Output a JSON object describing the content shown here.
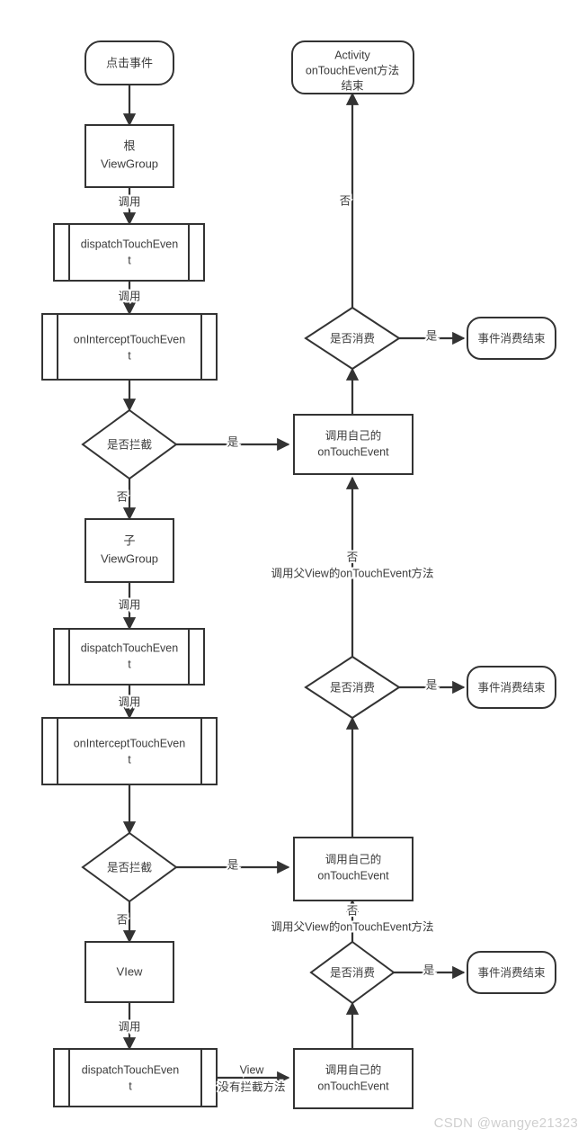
{
  "diagram": {
    "title_watermark": "CSDN @wangye21323",
    "stroke_color": "#333333",
    "text_color": "#3c3c3c",
    "background_color": "#ffffff",
    "nodes": {
      "start_click": {
        "label": "点击事件",
        "shape": "rounded"
      },
      "root_viewgroup_l1": {
        "label": "根",
        "shape": "rect"
      },
      "root_viewgroup_l2": {
        "label": "ViewGroup",
        "shape": "rect"
      },
      "dispatch_1_l1": {
        "label": "dispatchTouchEven",
        "shape": "subroutine"
      },
      "dispatch_1_l2": {
        "label": "t"
      },
      "intercept_1_l1": {
        "label": "onInterceptTouchEven",
        "shape": "subroutine"
      },
      "intercept_1_l2": {
        "label": "t"
      },
      "decide_intercept_1": {
        "label": "是否拦截",
        "shape": "diamond"
      },
      "child_viewgroup_l1": {
        "label": "子",
        "shape": "rect"
      },
      "child_viewgroup_l2": {
        "label": "ViewGroup"
      },
      "dispatch_2_l1": {
        "label": "dispatchTouchEven",
        "shape": "subroutine"
      },
      "dispatch_2_l2": {
        "label": "t"
      },
      "intercept_2_l1": {
        "label": "onInterceptTouchEven",
        "shape": "subroutine"
      },
      "intercept_2_l2": {
        "label": "t"
      },
      "decide_intercept_2": {
        "label": "是否拦截",
        "shape": "diamond"
      },
      "view_node": {
        "label": "VIew",
        "shape": "rect"
      },
      "dispatch_3_l1": {
        "label": "dispatchTouchEven",
        "shape": "subroutine"
      },
      "dispatch_3_l2": {
        "label": "t"
      },
      "activity_end_l1": {
        "label": "Activity",
        "shape": "rounded"
      },
      "activity_end_l2": {
        "label": "onTouchEvent方法"
      },
      "activity_end_l3": {
        "label": "结束"
      },
      "decide_consume_1": {
        "label": "是否消费",
        "shape": "diamond"
      },
      "consume_end_1": {
        "label": "事件消费结束",
        "shape": "rounded"
      },
      "own_ontouch_1_l1": {
        "label": "调用自己的",
        "shape": "rect"
      },
      "own_ontouch_1_l2": {
        "label": "onTouchEvent"
      },
      "decide_consume_2": {
        "label": "是否消费",
        "shape": "diamond"
      },
      "consume_end_2": {
        "label": "事件消费结束",
        "shape": "rounded"
      },
      "own_ontouch_2_l1": {
        "label": "调用自己的",
        "shape": "rect"
      },
      "own_ontouch_2_l2": {
        "label": "onTouchEvent"
      },
      "decide_consume_3": {
        "label": "是否消费",
        "shape": "diamond"
      },
      "consume_end_3": {
        "label": "事件消费结束",
        "shape": "rounded"
      },
      "own_ontouch_3_l1": {
        "label": "调用自己的",
        "shape": "rect"
      },
      "own_ontouch_3_l2": {
        "label": "onTouchEvent"
      }
    },
    "edge_labels": {
      "call_1": "调用",
      "call_2": "调用",
      "call_3": "调用",
      "call_4": "调用",
      "call_5": "调用",
      "yes_intercept_1": "是",
      "no_intercept_1": "否",
      "yes_intercept_2": "是",
      "no_intercept_2": "否",
      "no_consume_1": "否",
      "yes_consume_1": "是",
      "no_consume_2_l1": "否",
      "no_consume_2_l2": "调用父View的onTouchEvent方法",
      "yes_consume_2": "是",
      "no_consume_3_l1": "否",
      "no_consume_3_l2": "调用父View的onTouchEvent方法",
      "yes_consume_3": "是",
      "view_no_intercept_l1": "View",
      "view_no_intercept_l2": "没有拦截方法"
    }
  }
}
